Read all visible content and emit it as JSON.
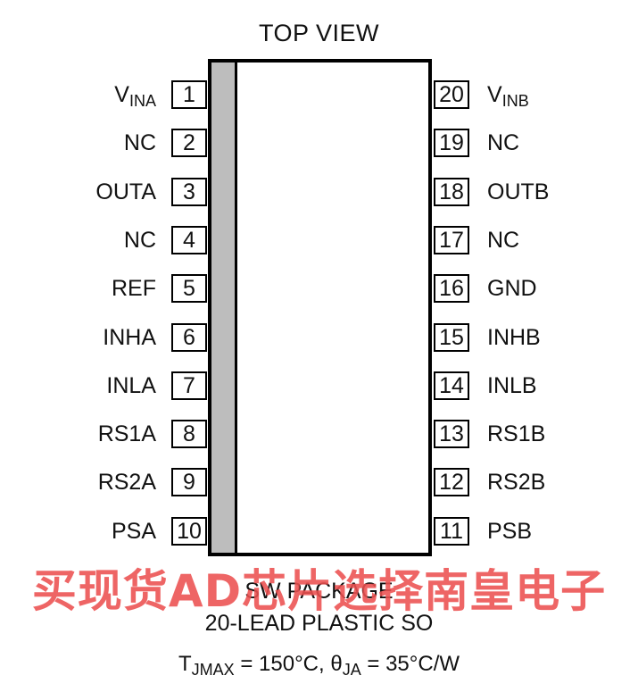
{
  "title": "TOP VIEW",
  "left_pins": [
    {
      "num": "1",
      "name": "V",
      "sub": "INA"
    },
    {
      "num": "2",
      "name": "NC",
      "sub": ""
    },
    {
      "num": "3",
      "name": "OUTA",
      "sub": ""
    },
    {
      "num": "4",
      "name": "NC",
      "sub": ""
    },
    {
      "num": "5",
      "name": "REF",
      "sub": ""
    },
    {
      "num": "6",
      "name": "INHA",
      "sub": ""
    },
    {
      "num": "7",
      "name": "INLA",
      "sub": ""
    },
    {
      "num": "8",
      "name": "RS1A",
      "sub": ""
    },
    {
      "num": "9",
      "name": "RS2A",
      "sub": ""
    },
    {
      "num": "10",
      "name": "PSA",
      "sub": ""
    }
  ],
  "right_pins": [
    {
      "num": "20",
      "name": "V",
      "sub": "INB"
    },
    {
      "num": "19",
      "name": "NC",
      "sub": ""
    },
    {
      "num": "18",
      "name": "OUTB",
      "sub": ""
    },
    {
      "num": "17",
      "name": "NC",
      "sub": ""
    },
    {
      "num": "16",
      "name": "GND",
      "sub": ""
    },
    {
      "num": "15",
      "name": "INHB",
      "sub": ""
    },
    {
      "num": "14",
      "name": "INLB",
      "sub": ""
    },
    {
      "num": "13",
      "name": "RS1B",
      "sub": ""
    },
    {
      "num": "12",
      "name": "RS2B",
      "sub": ""
    },
    {
      "num": "11",
      "name": "PSB",
      "sub": ""
    }
  ],
  "package": {
    "line1": "SW PACKAGE",
    "line2": "20-LEAD PLASTIC SO"
  },
  "thermal": {
    "t": "T",
    "t_sub": "JMAX",
    "t_val": " = 150°C, ",
    "theta": "θ",
    "theta_sub": "JA",
    "theta_val": " = 35°C/W"
  },
  "watermark": "买现货AD芯片选择南皇电子"
}
